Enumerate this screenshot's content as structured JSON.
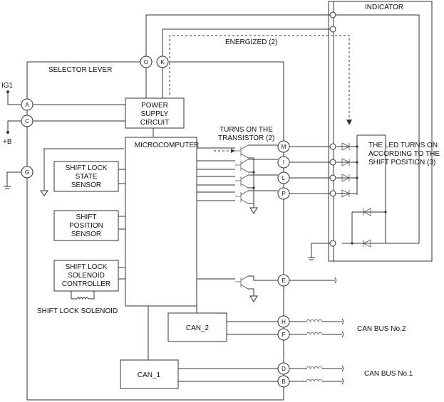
{
  "labels": {
    "indicator": "INDICATOR",
    "selector_lever": "SELECTOR LEVER",
    "energized": "ENERGIZED (2)",
    "turns_on_1": "TURNS ON THE",
    "turns_on_2": "TRANSISTOR (2)",
    "led_1": "THE LED TURNS ON",
    "led_2": "ACCORDING TO THE",
    "led_3": "SHIFT POSITION (3)",
    "ig1": "IG1",
    "plus_b": "+B",
    "can_bus_2": "CAN BUS No.2",
    "can_bus_1": "CAN BUS No.1",
    "shift_lock_solenoid": "SHIFT LOCK SOLENOID"
  },
  "blocks": {
    "power_supply": [
      "POWER",
      "SUPPLY",
      "CIRCUIT"
    ],
    "microcomputer": "MICROCOMPUTER",
    "shift_lock_state_sensor": [
      "SHIFT LOCK",
      "STATE",
      "SENSOR"
    ],
    "shift_position_sensor": [
      "SHIFT",
      "POSITION",
      "SENSOR"
    ],
    "shift_lock_solenoid_controller": [
      "SHIFT LOCK",
      "SOLENOID",
      "CONTROLLER"
    ],
    "can_2": "CAN_2",
    "can_1": "CAN_1"
  },
  "terminals": {
    "O": "O",
    "K": "K",
    "A": "A",
    "C": "C",
    "G": "G",
    "M": "M",
    "I": "I",
    "L": "L",
    "P": "P",
    "E": "E",
    "H": "H",
    "F": "F",
    "D": "D",
    "B": "B"
  }
}
